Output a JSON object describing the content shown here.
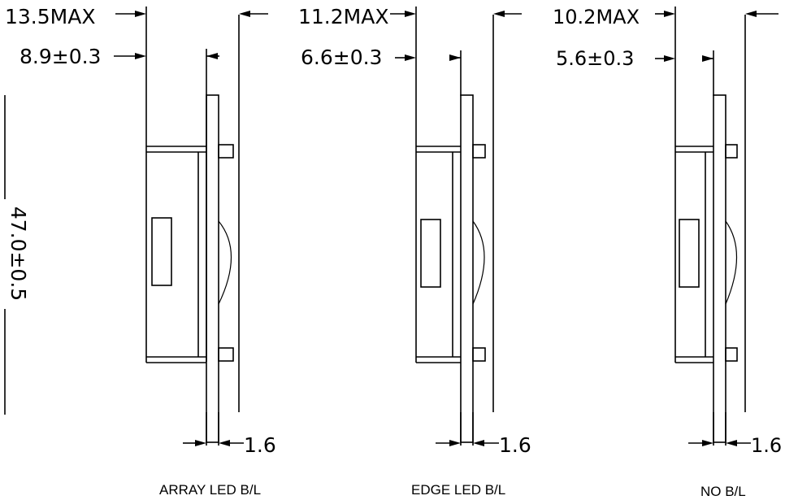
{
  "views": [
    {
      "max_dim": "13.5MAX",
      "pcb_dim": "8.9±0.3",
      "thick_dim": "1.6",
      "caption": "ARRAY LED B/L"
    },
    {
      "max_dim": "11.2MAX",
      "pcb_dim": "6.6±0.3",
      "thick_dim": "1.6",
      "caption": "EDGE LED B/L"
    },
    {
      "max_dim": "10.2MAX",
      "pcb_dim": "5.6±0.3",
      "thick_dim": "1.6",
      "caption": "NO B/L"
    }
  ],
  "height_dim": "47.0±0.5"
}
